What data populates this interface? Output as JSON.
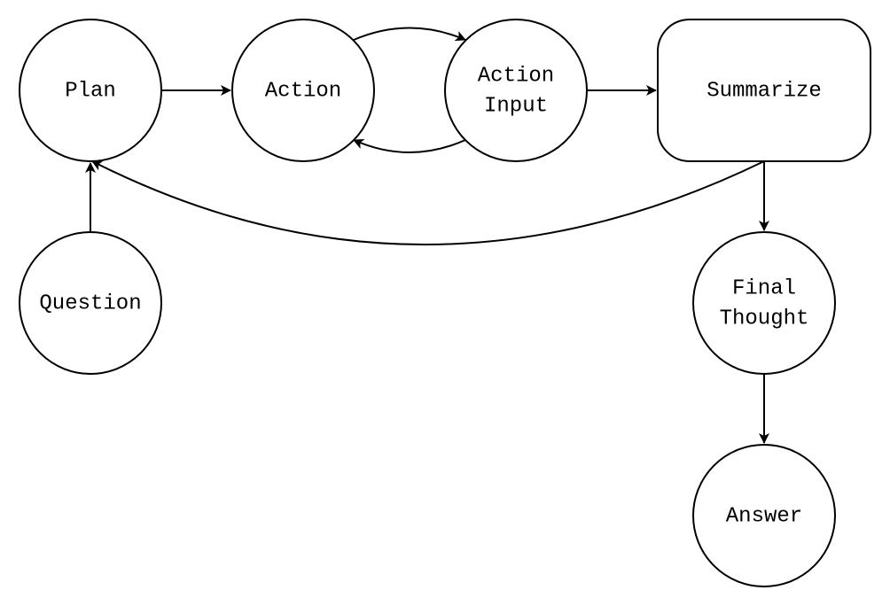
{
  "diagram": {
    "colors": {
      "stroke": "#000000",
      "fill": "#ffffff",
      "text": "#000000"
    },
    "nodes": {
      "plan": {
        "label": "Plan",
        "shape": "circle"
      },
      "action": {
        "label": "Action",
        "shape": "circle"
      },
      "action_input": {
        "label_line1": "Action",
        "label_line2": "Input",
        "shape": "circle"
      },
      "summarize": {
        "label": "Summarize",
        "shape": "rounded-rectangle"
      },
      "question": {
        "label": "Question",
        "shape": "circle"
      },
      "final_thought": {
        "label_line1": "Final",
        "label_line2": "Thought",
        "shape": "circle"
      },
      "answer": {
        "label": "Answer",
        "shape": "circle"
      }
    },
    "edges": [
      {
        "from": "Plan",
        "to": "Action"
      },
      {
        "from": "Action",
        "to": "Action Input"
      },
      {
        "from": "Action Input",
        "to": "Action"
      },
      {
        "from": "Action Input",
        "to": "Summarize"
      },
      {
        "from": "Summarize",
        "to": "Plan"
      },
      {
        "from": "Question",
        "to": "Plan"
      },
      {
        "from": "Summarize",
        "to": "Final Thought"
      },
      {
        "from": "Final Thought",
        "to": "Answer"
      }
    ]
  }
}
